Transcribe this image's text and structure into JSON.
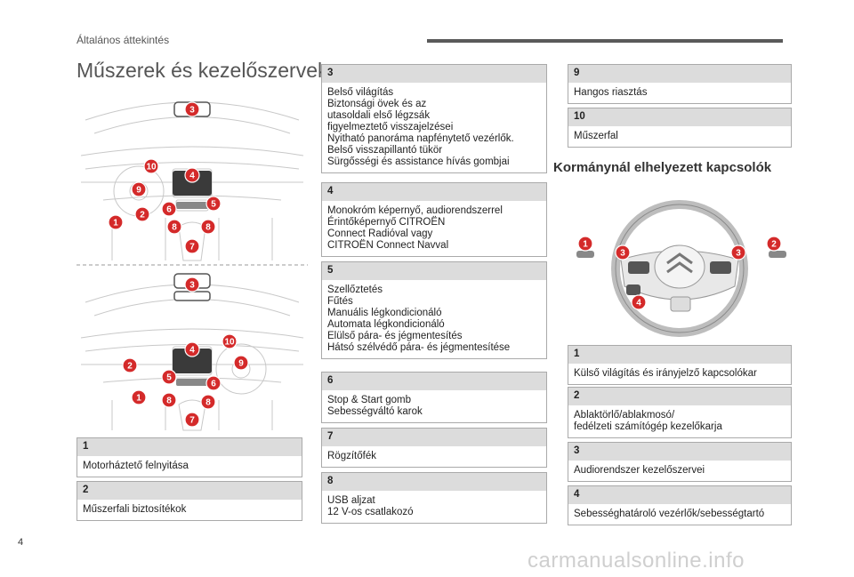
{
  "header": {
    "section_title": "Általános áttekintés"
  },
  "page_title": "Műszerek és kezelőszervek",
  "page_number": "4",
  "watermark": "carmanualsonline.info",
  "boxes_left": [
    {
      "num": "1",
      "lines": [
        "Motorháztető felnyitása"
      ]
    },
    {
      "num": "2",
      "lines": [
        "Műszerfali biztosítékok"
      ]
    }
  ],
  "boxes_middle": [
    {
      "num": "3",
      "lines": [
        "Belső világítás",
        "Biztonsági övek és az",
        "utasoldali első légzsák",
        "figyelmeztető visszajelzései",
        "Nyitható panoráma napfénytető vezérlők.",
        "Belső visszapillantó tükör",
        "Sürgősségi és assistance hívás gombjai"
      ]
    },
    {
      "num": "4",
      "lines": [
        "Monokróm képernyő, audiorendszerrel",
        "Érintőképernyő CITROËN",
        "Connect Radióval vagy",
        "CITROËN Connect Navval"
      ]
    },
    {
      "num": "5",
      "lines": [
        "Szellőztetés",
        "Fűtés",
        "Manuális légkondicionáló",
        "Automata légkondicionáló",
        "Elülső pára- és jégmentesítés",
        "Hátsó szélvédő pára- és jégmentesítése"
      ]
    },
    {
      "num": "6",
      "lines": [
        "Stop & Start gomb",
        "Sebességváltó karok"
      ]
    },
    {
      "num": "7",
      "lines": [
        "Rögzítőfék"
      ]
    },
    {
      "num": "8",
      "lines": [
        "USB aljzat",
        "12 V-os csatlakozó"
      ]
    }
  ],
  "boxes_right_top": [
    {
      "num": "9",
      "lines": [
        "Hangos riasztás"
      ]
    },
    {
      "num": "10",
      "lines": [
        "Műszerfal"
      ]
    }
  ],
  "steering_section_title": "Kormánynál elhelyezett kapcsolók",
  "boxes_right_bottom": [
    {
      "num": "1",
      "lines": [
        "Külső világítás és irányjelző kapcsolókar"
      ]
    },
    {
      "num": "2",
      "lines": [
        "Ablaktörlő/ablakmosó/",
        "fedélzeti számítógép kezelőkarja"
      ]
    },
    {
      "num": "3",
      "lines": [
        "Audiorendszer kezelőszervei"
      ]
    },
    {
      "num": "4",
      "lines": [
        "Sebességhatároló vezérlők/sebességtartó"
      ]
    }
  ],
  "diagram_top_badges": [
    "3",
    "10",
    "4",
    "9",
    "5",
    "6",
    "2",
    "1",
    "8",
    "8",
    "7"
  ],
  "diagram_bottom_badges": [
    "3",
    "4",
    "10",
    "9",
    "2",
    "5",
    "6",
    "1",
    "8",
    "8",
    "7"
  ],
  "steering_badges": [
    "1",
    "2",
    "3",
    "3",
    "4"
  ],
  "colors": {
    "badge": "#d42a2a",
    "box_header": "#dcdcdc",
    "header_bar": "#5a5a5a"
  }
}
